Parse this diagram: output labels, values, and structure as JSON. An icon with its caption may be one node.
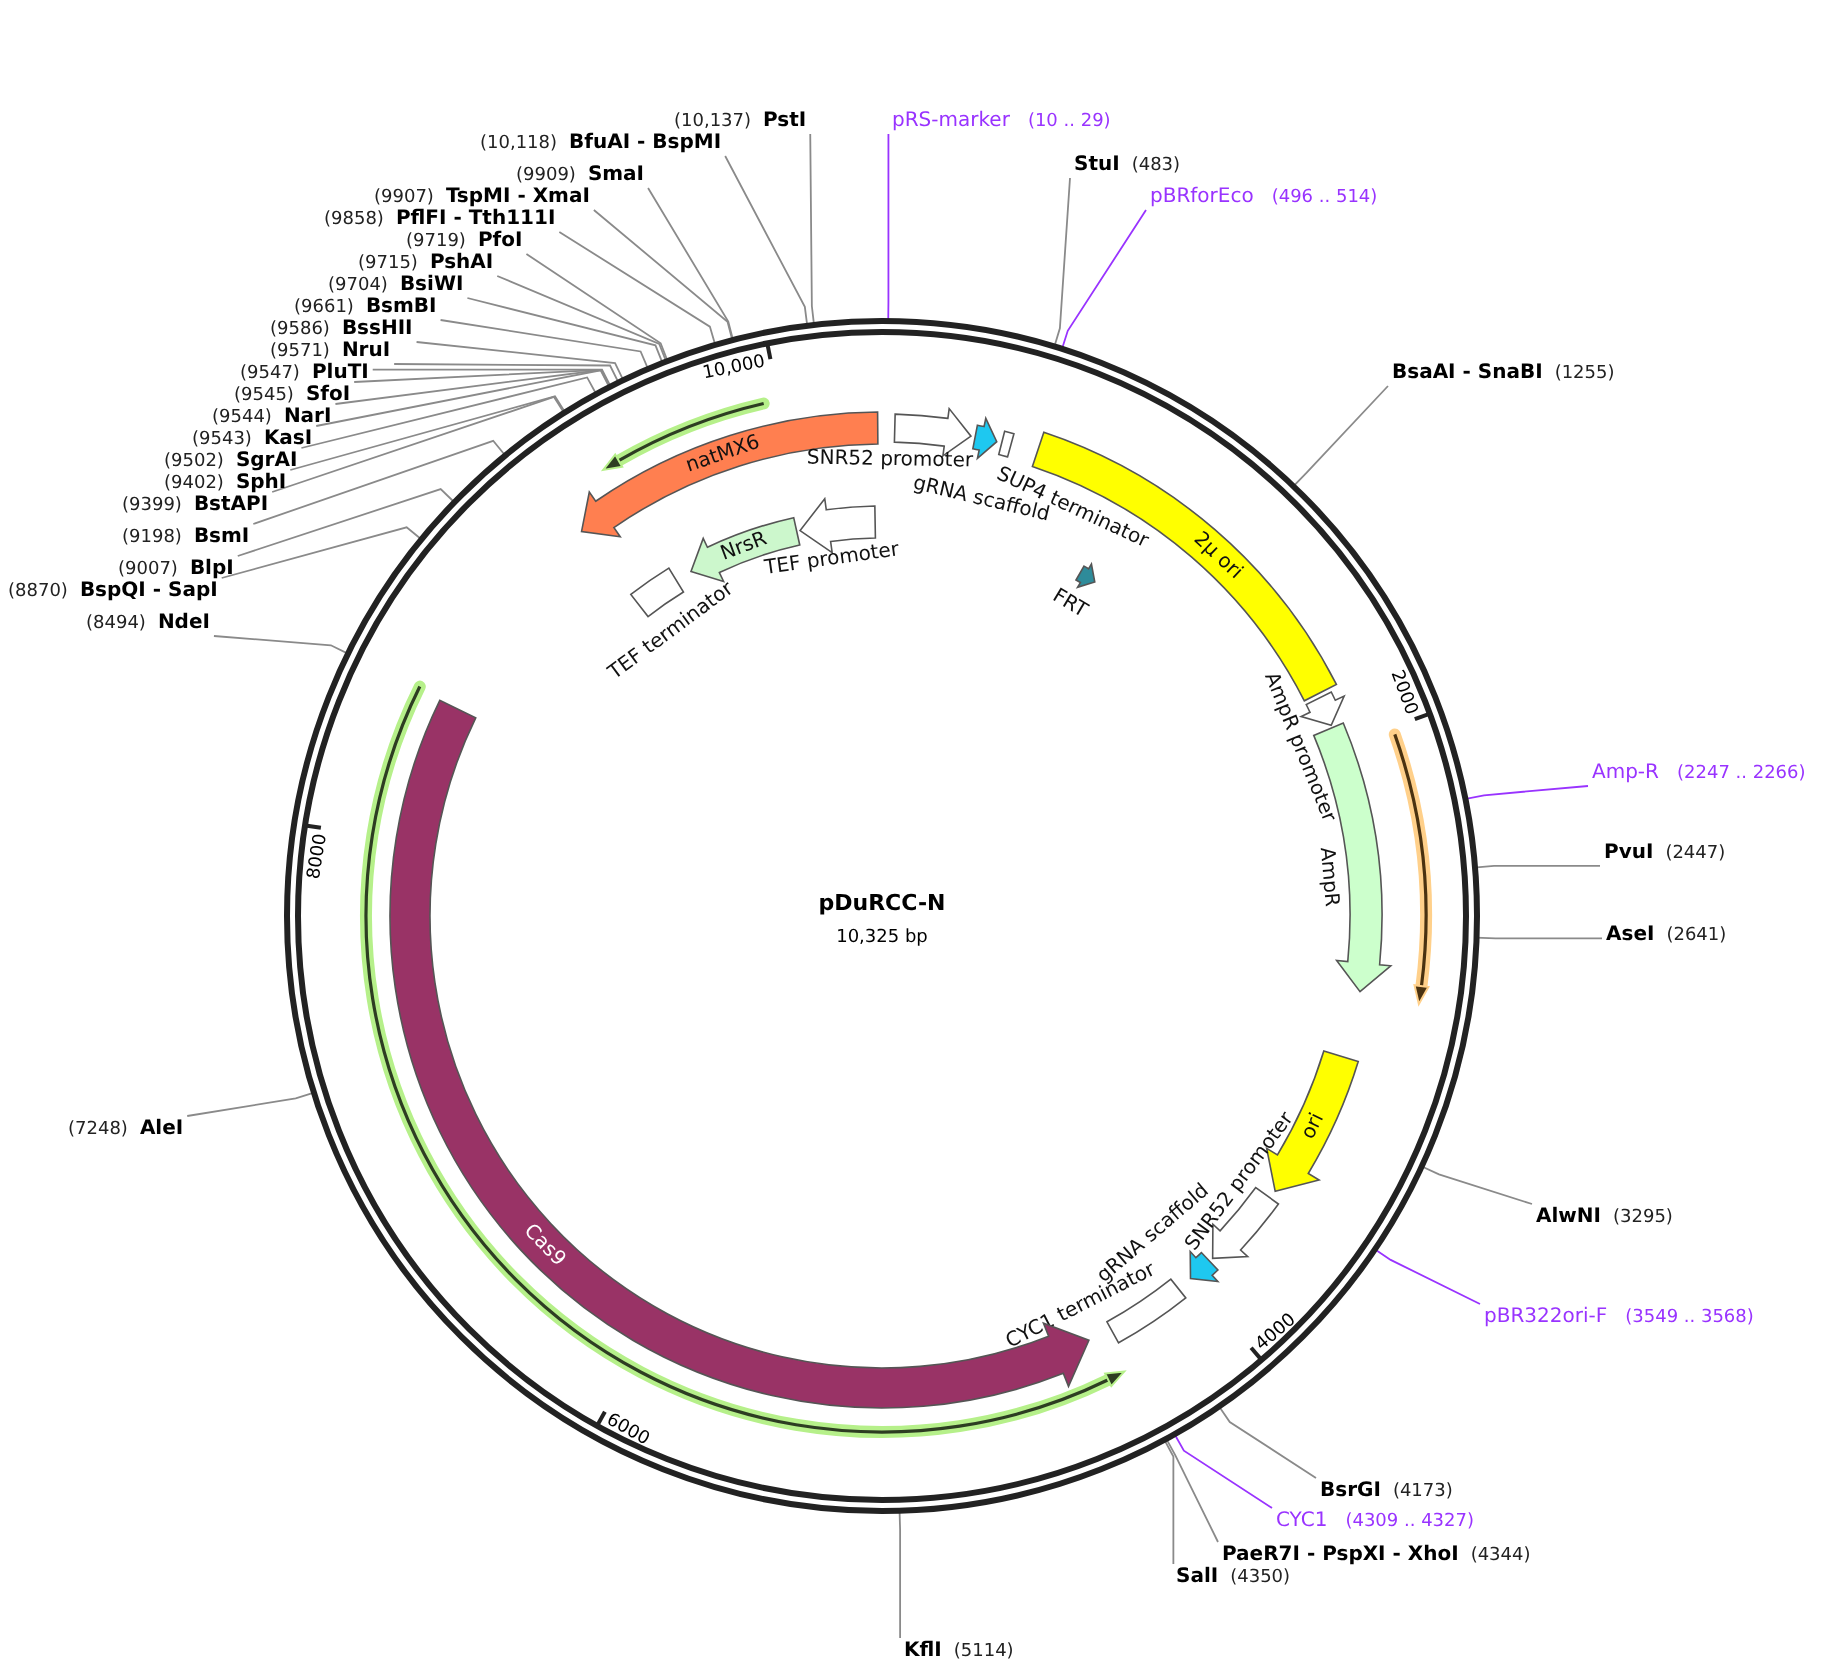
{
  "diagram": {
    "title": "pDuRCC-N",
    "nodes": [
      {
        "text": [],
        "shape": "circle"
      },
      {
        "text": [
          "(10,137)",
          "PstI"
        ]
      },
      {
        "text": [
          "(10,118)",
          "BfuAI - BspMI"
        ]
      },
      {
        "text": [
          "(9909)",
          "SmaI"
        ]
      },
      {
        "text": [
          "(9907)",
          "TspMI - XmaI"
        ]
      },
      {
        "text": [
          "(9858)",
          "PflFI - Tth111I"
        ]
      },
      {
        "text": [
          "(9719)",
          "PfoI"
        ]
      },
      {
        "text": [
          "(9715)",
          "PshAI"
        ]
      },
      {
        "text": [
          "(9704)",
          "BsiWI"
        ]
      },
      {
        "text": [
          "(9661)",
          "BsmBI"
        ]
      },
      {
        "text": [
          "(9586)",
          "BssHII"
        ]
      },
      {
        "text": [
          "(9571)",
          "NruI"
        ]
      },
      {
        "text": [
          "(9547)",
          "PluTI"
        ]
      },
      {
        "text": [
          "(9545)",
          "SfoI"
        ]
      },
      {
        "text": [
          "(9544)",
          "NarI"
        ]
      },
      {
        "text": [
          "(9543)",
          "KasI"
        ]
      },
      {
        "text": [
          "(9502)",
          "SgrAI"
        ]
      },
      {
        "text": [
          "(9402)",
          "SphI"
        ]
      },
      {
        "text": [
          "(9399)",
          "BstAPI"
        ]
      },
      {
        "text": [
          "(9198)",
          "BsmI"
        ]
      },
      {
        "text": [
          "(9007)",
          "BlpI"
        ]
      },
      {
        "text": [
          "(8870)",
          "BspQI - SapI"
        ]
      },
      {
        "text": [
          "(8494)",
          "NdeI"
        ]
      },
      {
        "text": [
          "(7248)",
          "AleI"
        ]
      },
      {
        "text": [
          "pRS-marker",
          "(10 .. 29)"
        ]
      },
      {
        "text": [
          "StuI",
          "(483)"
        ]
      },
      {
        "text": [
          "pBRforEco",
          "(496 .. 514)"
        ]
      },
      {
        "text": [
          "BsaAI - SnaBI",
          "(1255)"
        ]
      },
      {
        "text": [
          "Amp-R",
          "(2247 .. 2266)"
        ]
      },
      {
        "text": [
          "PvuI",
          "(2447)"
        ]
      },
      {
        "text": [
          "AseI",
          "(2641)"
        ]
      },
      {
        "text": [
          "AlwNI",
          "(3295)"
        ]
      },
      {
        "text": [
          "pBR322ori-F",
          "(3549 .. 3568)"
        ]
      },
      {
        "text": [
          "BsrGI",
          "(4173)"
        ]
      },
      {
        "text": [
          "CYC1",
          "(4309 .. 4327)"
        ]
      },
      {
        "text": [
          "PaeR7I - PspXI - XhoI",
          "(4344)"
        ]
      },
      {
        "text": [
          "SalI",
          "(4350)"
        ]
      },
      {
        "text": [
          "KflI",
          "(5114)"
        ]
      },
      {
        "text": [
          "natMX6"
        ],
        "in": 0
      },
      {
        "text": [
          "TEF promoter"
        ],
        "in": 0
      },
      {
        "text": [
          "NrsR"
        ],
        "in": 0
      },
      {
        "text": [
          "TEF terminator"
        ],
        "in": 0
      },
      {
        "text": [
          "SNR52 promoter"
        ],
        "in": 0
      },
      {
        "text": [
          "gRNA scaffold"
        ],
        "in": 0
      },
      {
        "text": [
          "SUP4 terminator"
        ],
        "in": 0
      },
      {
        "text": [
          "2µ ori"
        ],
        "in": 0
      },
      {
        "text": [
          "FRT"
        ],
        "in": 0
      },
      {
        "text": [
          "AmpR promoter"
        ],
        "in": 0
      },
      {
        "text": [
          "AmpR"
        ],
        "in": 0
      },
      {
        "text": [
          "ori"
        ],
        "in": 0
      },
      {
        "text": [
          "SNR52 promoter"
        ],
        "in": 0
      },
      {
        "text": [
          "gRNA scaffold"
        ],
        "in": 0
      },
      {
        "text": [
          "CYC1 terminator"
        ],
        "in": 0
      },
      {
        "text": [
          "Cas9"
        ],
        "in": 0
      }
    ],
    "edges": [
      {
        "from": 1,
        "to": 0,
        "arrow": "none"
      },
      {
        "from": 2,
        "to": 0,
        "arrow": "none"
      },
      {
        "from": 3,
        "to": 0,
        "arrow": "none"
      },
      {
        "from": 4,
        "to": 0,
        "arrow": "none"
      },
      {
        "from": 5,
        "to": 0,
        "arrow": "none"
      },
      {
        "from": 6,
        "to": 0,
        "arrow": "none"
      },
      {
        "from": 7,
        "to": 0,
        "arrow": "none"
      },
      {
        "from": 8,
        "to": 0,
        "arrow": "none"
      },
      {
        "from": 9,
        "to": 0,
        "arrow": "none"
      },
      {
        "from": 10,
        "to": 0,
        "arrow": "none"
      },
      {
        "from": 11,
        "to": 0,
        "arrow": "none"
      },
      {
        "from": 12,
        "to": 0,
        "arrow": "none"
      },
      {
        "from": 13,
        "to": 0,
        "arrow": "none"
      },
      {
        "from": 14,
        "to": 0,
        "arrow": "none"
      },
      {
        "from": 15,
        "to": 0,
        "arrow": "none"
      },
      {
        "from": 16,
        "to": 0,
        "arrow": "none"
      },
      {
        "from": 17,
        "to": 0,
        "arrow": "none"
      },
      {
        "from": 18,
        "to": 0,
        "arrow": "none"
      },
      {
        "from": 19,
        "to": 0,
        "arrow": "none"
      },
      {
        "from": 20,
        "to": 0,
        "arrow": "none"
      },
      {
        "from": 21,
        "to": 0,
        "arrow": "none"
      },
      {
        "from": 22,
        "to": 0,
        "arrow": "none"
      },
      {
        "from": 23,
        "to": 0,
        "arrow": "none"
      },
      {
        "from": 24,
        "to": 0,
        "arrow": "none",
        "color": "#9933ff"
      },
      {
        "from": 25,
        "to": 0,
        "arrow": "none"
      },
      {
        "from": 26,
        "to": 0,
        "arrow": "none",
        "color": "#9933ff"
      },
      {
        "from": 27,
        "to": 0,
        "arrow": "none"
      },
      {
        "from": 28,
        "to": 0,
        "arrow": "none",
        "color": "#9933ff"
      },
      {
        "from": 29,
        "to": 0,
        "arrow": "none"
      },
      {
        "from": 30,
        "to": 0,
        "arrow": "none"
      },
      {
        "from": 31,
        "to": 0,
        "arrow": "none"
      },
      {
        "from": 32,
        "to": 0,
        "arrow": "none",
        "color": "#9933ff"
      },
      {
        "from": 33,
        "to": 0,
        "arrow": "none"
      },
      {
        "from": 34,
        "to": 0,
        "arrow": "none",
        "color": "#9933ff"
      },
      {
        "from": 35,
        "to": 0,
        "arrow": "none"
      },
      {
        "from": 36,
        "to": 0,
        "arrow": "none"
      },
      {
        "from": 37,
        "to": 0,
        "arrow": "none"
      }
    ],
    "labels": [
      "10,325 bp",
      "10,000",
      "2000",
      "4000",
      "6000",
      "8000"
    ]
  }
}
